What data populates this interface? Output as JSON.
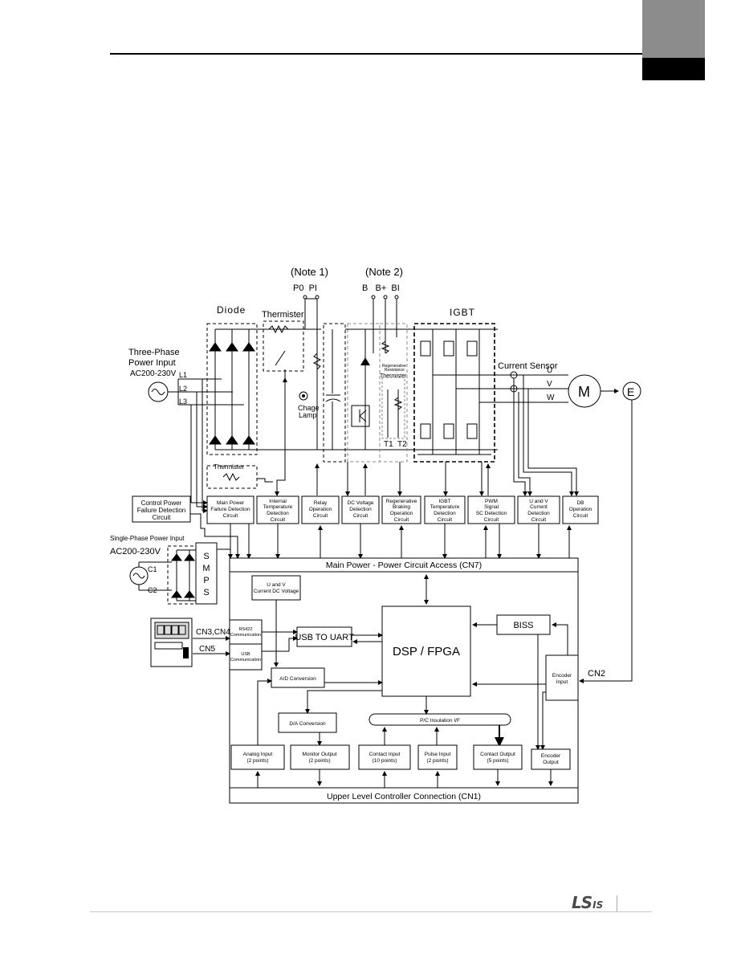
{
  "diagram": {
    "note1": "(Note 1)",
    "note2": "(Note 2)",
    "p0_pi": "P0  PI",
    "b_bplus_bi": "B   B+  BI",
    "diode": "Diode",
    "thermister": "Thermister",
    "igbt": "IGBT",
    "three_phase_line1": "Three-Phase",
    "three_phase_line2": "Power Input",
    "ac_main": "AC200-230V",
    "l1": "L1",
    "l2": "L2",
    "l3": "L3",
    "charge_lamp_1": "Chage",
    "charge_lamp_2": "Lamp",
    "regen_res_1": "Regenerative",
    "regen_res_2": "Resistance",
    "thermister_small": "Thermister",
    "t1_t2": "T1  T2",
    "current_sensor": "Current Sensor",
    "u": "U",
    "v": "V",
    "w": "W",
    "motor": "M",
    "encoder": "E",
    "thermister_bottom": "Thermister",
    "single_phase": "Single-Phase Power Input",
    "ac_single": "AC200-230V",
    "c1": "C1",
    "c2": "C2",
    "smps_s": "S",
    "smps_m": "M",
    "smps_p": "P",
    "smps_s2": "S",
    "cn3_cn4": "CN3,CN4",
    "cn5": "CN5",
    "cn2": "CN2",
    "main_power_bar": "Main Power - Power Circuit Access (CN7)",
    "upper_level_bar": "Upper Level Controller Connection (CN1)",
    "dsp_fpga": "DSP / FPGA",
    "usb_to_uart": "USB TO UART",
    "biss": "BISS",
    "pic_insulation": "P/C Insulation I/F"
  },
  "blocks": {
    "control_power": [
      "Control Power",
      "Failure Detection",
      "Circuit"
    ],
    "main_power_fail": [
      "Main Power",
      "Failure Detection",
      "Circuit"
    ],
    "internal_temp": [
      "Internal",
      "Temperature",
      "Detection",
      "Circuit"
    ],
    "relay_op": [
      "Relay",
      "Operation",
      "Circuit"
    ],
    "dc_voltage": [
      "DC Voltage",
      "Detection",
      "Circuit"
    ],
    "regen_braking": [
      "Regenerative",
      "Braking",
      "Operation",
      "Circuit"
    ],
    "igbt_temp": [
      "IGBT",
      "Temperature",
      "Detection",
      "Circuit"
    ],
    "pwm_signal": [
      "PWM",
      "Signal",
      "SC Detection",
      "Circuit"
    ],
    "uv_current": [
      "U and V",
      "Current",
      "Detection",
      "Circuit"
    ],
    "db_op": [
      "DB",
      "Operation",
      "Circuit"
    ],
    "uv_dc_voltage": [
      "U and V",
      "Current DC Voltage"
    ],
    "rs422": [
      "RS422",
      "Communication"
    ],
    "usb_comm": [
      "USB",
      "Communication"
    ],
    "ad_conv": [
      "A/D Conversion"
    ],
    "da_conv": [
      "D/A Conversion"
    ],
    "encoder_input": [
      "Encoder",
      "Input"
    ],
    "analog_input": [
      "Analog Input",
      "(2 points)"
    ],
    "monitor_output": [
      "Monitor Output",
      "(2 points)"
    ],
    "contact_input": [
      "Contact Input",
      "(10 points)"
    ],
    "pulse_input": [
      "Pulse Input",
      "(2 points)"
    ],
    "contact_output": [
      "Contact Output",
      "(5 points)"
    ],
    "encoder_output": [
      "Encoder",
      "Output"
    ]
  },
  "footer": {
    "logo_main": "LS",
    "logo_sub": "IS"
  },
  "colors": {
    "tab_gray": "#8c8c8c",
    "tab_black": "#000000",
    "line": "#000000",
    "dashed": "#666666"
  }
}
